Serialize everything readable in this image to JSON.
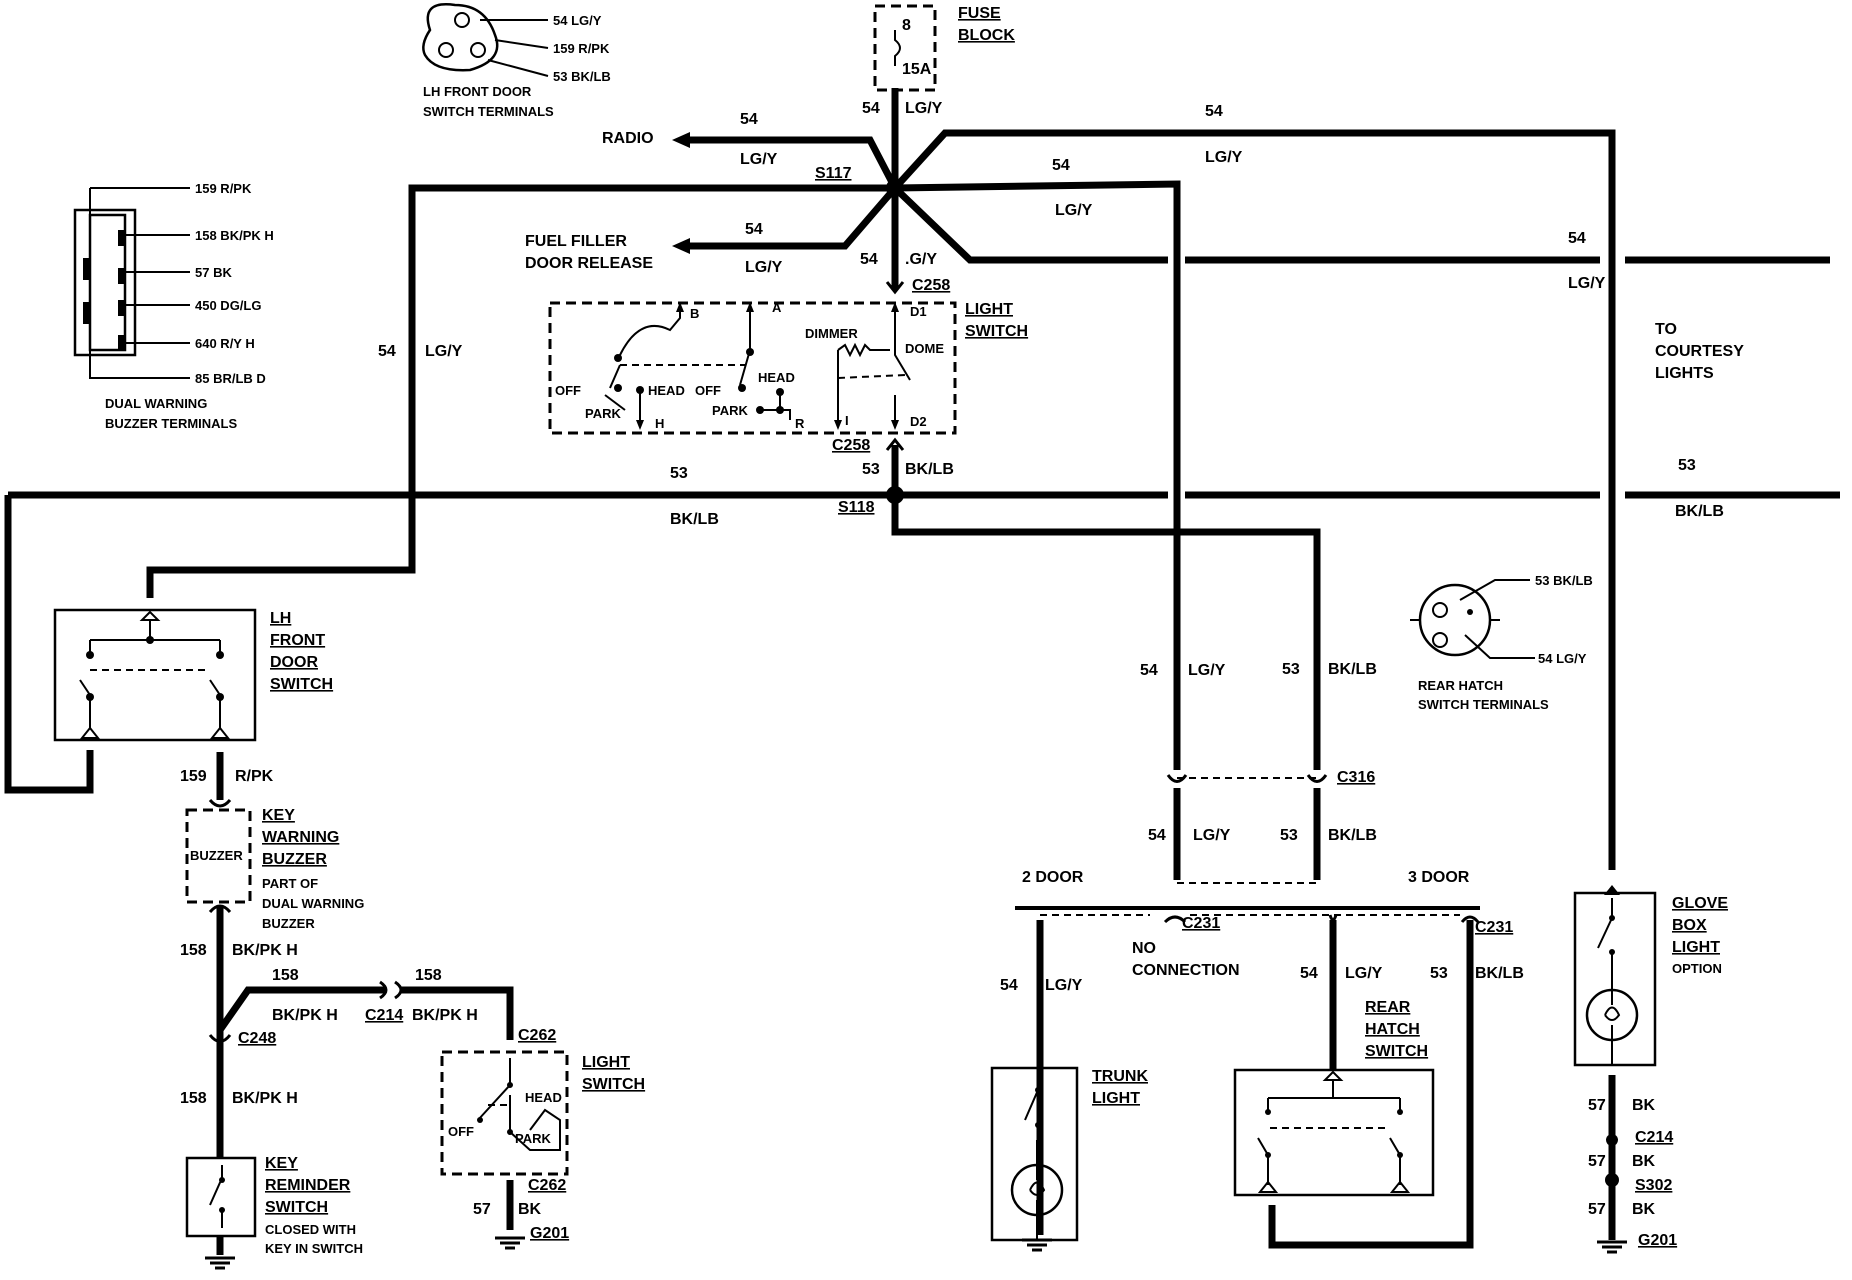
{
  "fuse": {
    "title1": "FUSE",
    "title2": "BLOCK",
    "num": "8",
    "amp": "15A"
  },
  "lh_terms": {
    "t1": "54 LG/Y",
    "t2": "159 R/PK",
    "t3": "53 BK/LB",
    "cap1": "LH FRONT DOOR",
    "cap2": "SWITCH TERMINALS"
  },
  "buzzer_terms": {
    "t1": "159 R/PK",
    "t2": "158 BK/PK H",
    "t3": "57 BK",
    "t4": "450 DG/LG",
    "t5": "640 R/Y H",
    "t6": "85 BR/LB D",
    "cap1": "DUAL WARNING",
    "cap2": "BUZZER TERMINALS"
  },
  "rear_terms": {
    "t1": "53 BK/LB",
    "t2": "54 LG/Y",
    "cap1": "REAR HATCH",
    "cap2": "SWITCH TERMINALS"
  },
  "labels": {
    "radio": "RADIO",
    "fuel1": "FUEL FILLER",
    "fuel2": "DOOR RELEASE",
    "s117": "S117",
    "s118": "S118",
    "c258": "C258",
    "c258b": "C258",
    "n54": "54",
    "n53": "53",
    "lgy": "LG/Y",
    "lgy_part": ".G/Y",
    "bklb": "BK/LB",
    "to1": "TO",
    "to2": "COURTESY",
    "to3": "LIGHTS",
    "c316": "C316",
    "door2": "2 DOOR",
    "door3": "3 DOOR",
    "c231": "C231",
    "noconn1": "NO",
    "noconn2": "CONNECTION",
    "n159": "159",
    "rpk": "R/PK",
    "n158": "158",
    "bkpkh": "BK/PK H",
    "c214": "C214",
    "c248": "C248",
    "c262": "C262",
    "n57": "57",
    "bk": "BK",
    "g201": "G201",
    "s302": "S302"
  },
  "light_switch": {
    "title1": "LIGHT",
    "title2": "SWITCH",
    "b": "B",
    "a": "A",
    "d1": "D1",
    "d2": "D2",
    "dimmer": "DIMMER",
    "dome": "DOME",
    "off": "OFF",
    "head": "HEAD",
    "park": "PARK",
    "h": "H",
    "r": "R",
    "i": "I"
  },
  "lh_door_switch": {
    "l1": "LH",
    "l2": "FRONT",
    "l3": "DOOR",
    "l4": "SWITCH"
  },
  "key_warning": {
    "l1": "KEY",
    "l2": "WARNING",
    "l3": "BUZZER",
    "inner": "BUZZER",
    "p1": "PART OF",
    "p2": "DUAL WARNING",
    "p3": "BUZZER"
  },
  "key_reminder": {
    "l1": "KEY",
    "l2": "REMINDER",
    "l3": "SWITCH",
    "c1": "CLOSED WITH",
    "c2": "KEY IN SWITCH"
  },
  "light_switch2": {
    "l1": "LIGHT",
    "l2": "SWITCH",
    "off": "OFF",
    "head": "HEAD",
    "park": "PARK"
  },
  "trunk": {
    "l1": "TRUNK",
    "l2": "LIGHT"
  },
  "rear_hatch": {
    "l1": "REAR",
    "l2": "HATCH",
    "l3": "SWITCH"
  },
  "glove": {
    "l1": "GLOVE",
    "l2": "BOX",
    "l3": "LIGHT",
    "opt": "OPTION"
  }
}
